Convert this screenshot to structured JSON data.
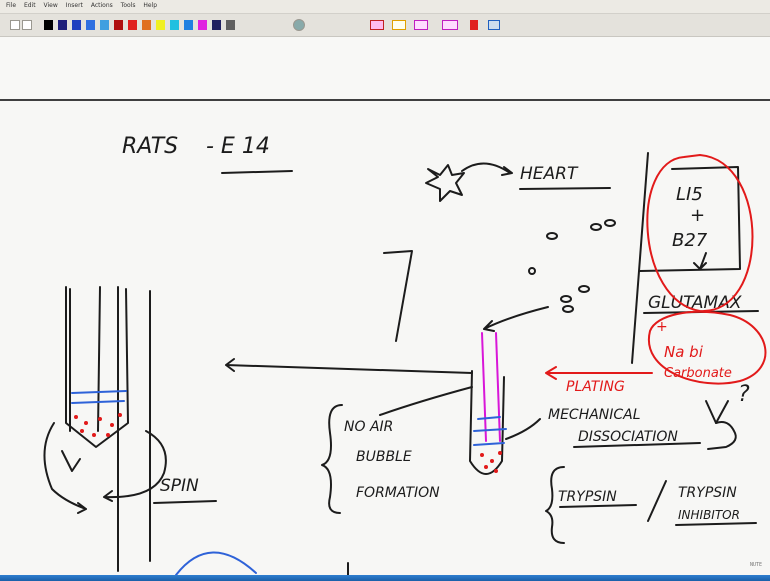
{
  "app": {
    "menu": [
      "File",
      "Edit",
      "View",
      "Insert",
      "Actions",
      "Tools",
      "Help"
    ],
    "colors": {
      "ink": "#1c1c1c",
      "red_pen": "#e21a1a",
      "pink_pen": "#d816d8",
      "blue_pen": "#2e62d8",
      "statusbar": "#1a5fa8"
    }
  },
  "toolbar": {
    "palette": [
      "#000000",
      "#1f1f7a",
      "#1f3fbf",
      "#2f6fe0",
      "#3f9fe0",
      "#b01010",
      "#e02020",
      "#e07020",
      "#f0f020",
      "#20c0e0",
      "#2080e0",
      "#e020e0",
      "#202060",
      "#606060"
    ],
    "icons": [
      "pen-tool-icon",
      "highlighter-icon",
      "eraser-icon",
      "lasso-icon",
      "insert-space-icon",
      "flag-icon",
      "image-icon"
    ]
  },
  "notes": {
    "title": "RATS",
    "title_suffix": "- E 14",
    "heart": "HEART",
    "lis": "LI5",
    "plus": "+",
    "b27": "B27",
    "glutamax": "GLUTAMAX",
    "na_bi": "Na bi",
    "carbonate": "Carbonate",
    "plating": "PLATING",
    "mechanical": "MECHANICAL",
    "dissociation": "DISSOCIATION",
    "question": "?",
    "no_air": "NO AIR",
    "bubble": "BUBBLE",
    "formation": "FORMATION",
    "spin": "SPIN",
    "trypsin": "TRYPSIN",
    "trypsin_inhibitor_1": "TRYPSIN",
    "trypsin_inhibitor_2": "INHIBITOR"
  },
  "status": {
    "page": "NUTE"
  }
}
